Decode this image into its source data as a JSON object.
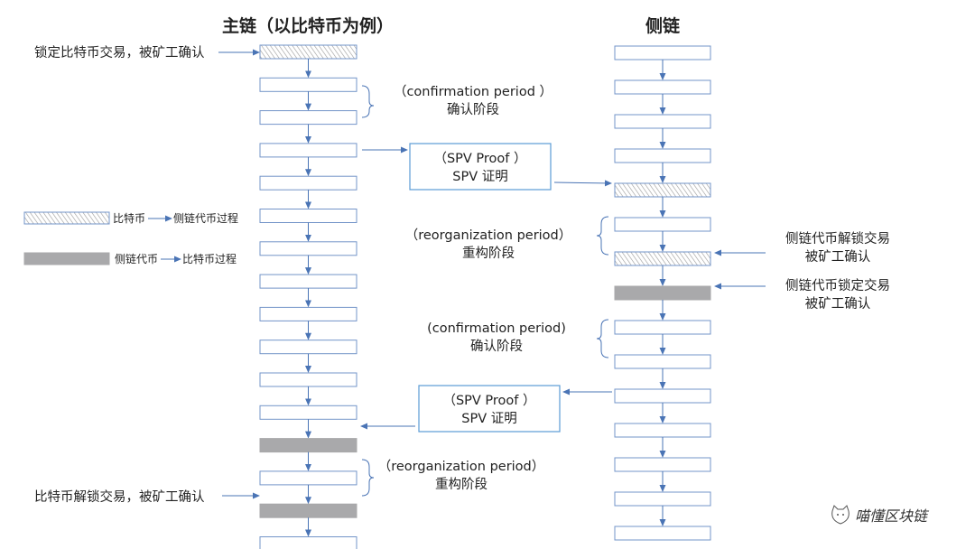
{
  "main_chain": {
    "title": "主链（以比特币为例）",
    "blocks": [
      "hatched",
      "normal",
      "normal",
      "normal",
      "normal",
      "normal",
      "normal",
      "normal",
      "normal",
      "normal",
      "normal",
      "normal",
      "gray",
      "normal",
      "gray",
      "normal"
    ]
  },
  "side_chain": {
    "title": "侧链",
    "blocks": [
      "normal",
      "normal",
      "normal",
      "normal",
      "hatched",
      "normal",
      "hatched",
      "gray",
      "normal",
      "normal",
      "normal",
      "normal",
      "normal",
      "normal",
      "normal"
    ]
  },
  "left_notes": {
    "lock_btc": "锁定比特币交易，被矿工确认",
    "unlock_btc": "比特币解锁交易，被矿工确认"
  },
  "legend": {
    "item1_from": "比特币",
    "item1_to": "侧链代币过程",
    "item2_from": "侧链代币",
    "item2_to": "比特币过程"
  },
  "main_phases": {
    "confirmation_en": "（confirmation period ）",
    "confirmation_cn": "确认阶段",
    "reorg_en": "（reorganization period）",
    "reorg_cn": "重构阶段"
  },
  "side_phases": {
    "reorg_en": "（reorganization period）",
    "reorg_cn": "重构阶段",
    "confirmation_en": "(confirmation period)",
    "confirmation_cn": "确认阶段"
  },
  "spv_boxes": [
    {
      "en": "（SPV Proof ）",
      "cn": "SPV 证明"
    },
    {
      "en": "（SPV Proof ）",
      "cn": "SPV 证明"
    }
  ],
  "right_notes": {
    "unlock_line1": "侧链代币解锁交易",
    "unlock_line2": "被矿工确认",
    "lock_line1": "侧链代币锁定交易",
    "lock_line2": "被矿工确认"
  },
  "watermark": "喵懂区块链",
  "colors": {
    "arrow": "#4a74b5",
    "block_border": "#7394c8",
    "gray_block": "#a9a9ab",
    "spv_border": "#5b9bd5",
    "hatch": "#9a9a9a"
  }
}
